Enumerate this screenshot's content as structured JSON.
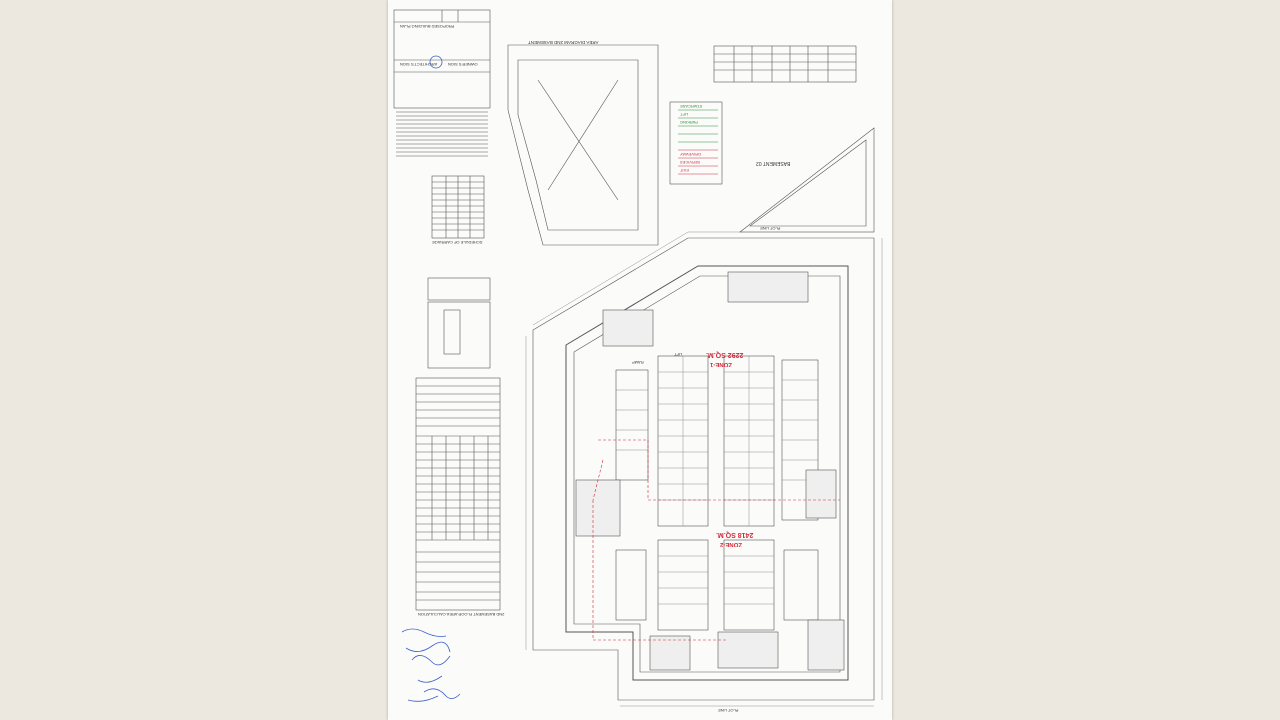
{
  "drawing": {
    "basement_title": "BASEMENT 02",
    "area_diagram_title": "AREA DIAGRAM 2ND BASEMENT",
    "schedule_title": "SCHEDULE OF CARRIAGE",
    "zone1_area": "2292 SQ.M.",
    "zone1_label": "ZONE-1",
    "zone2_area": "2418 SQ.M.",
    "zone2_label": "ZONE-2",
    "lift_label": "LIFT",
    "ramp_label": "RAMP",
    "plot_line": "PLOT LINE",
    "title_block_heading": "PROPOSED BUILDING PLAN",
    "consultant": "ARCHITECT'S SIGN",
    "owner": "OWNER'S SIGN",
    "calc_heading": "2ND BASEMENT FLOOR AREA CALCULATION",
    "legend_items": [
      "STAIRCASE",
      "LIFT",
      "PARKING",
      "DRIVEWAY",
      "SERVICES",
      "EXIT"
    ]
  },
  "colors": {
    "line": "#4a4a4a",
    "red_annotation": "#d02a3a",
    "green_annotation": "#2c8a3a",
    "blue_stamp": "#3a5fc8"
  }
}
